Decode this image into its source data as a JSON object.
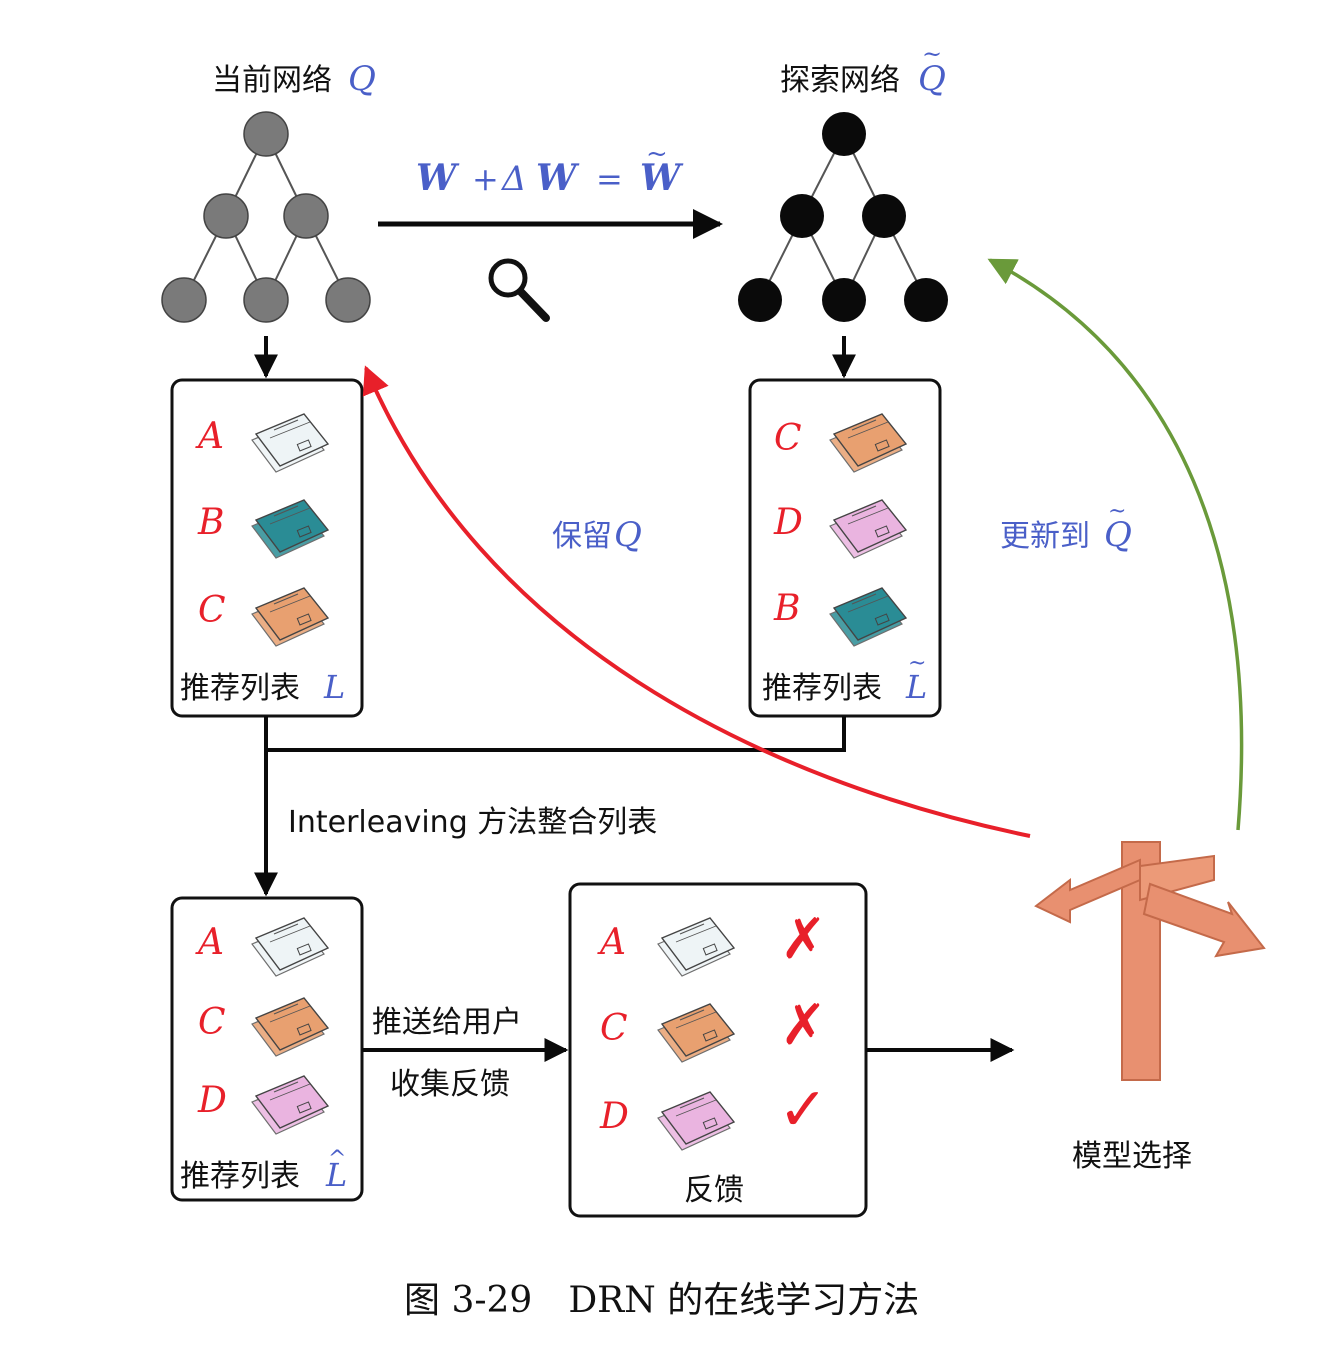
{
  "network_current": {
    "label": "当前网络",
    "symbol": "Q"
  },
  "network_explore": {
    "label": "探索网络",
    "symbol": "Q",
    "accent": "~"
  },
  "formula": {
    "w": "W",
    "plus": "+",
    "delta": "Δ",
    "w2": "W",
    "eq": "=",
    "w3": "W",
    "accent": "~"
  },
  "list_L": {
    "label": "推荐列表",
    "symbol": "L",
    "items": [
      "A",
      "B",
      "C"
    ]
  },
  "list_L_tilde": {
    "label": "推荐列表",
    "symbol": "L",
    "accent": "~",
    "items": [
      "C",
      "D",
      "B"
    ]
  },
  "keep_label": {
    "text": "保留",
    "symbol": "Q"
  },
  "update_label": {
    "text": "更新到",
    "symbol": "Q",
    "accent": "~"
  },
  "interleave_label": "Interleaving 方法整合列表",
  "list_L_hat": {
    "label": "推荐列表",
    "symbol": "L",
    "accent": "^",
    "items": [
      "A",
      "C",
      "D"
    ]
  },
  "push_label_1": "推送给用户",
  "push_label_2": "收集反馈",
  "feedback": {
    "label": "反馈",
    "items": [
      "A",
      "C",
      "D"
    ],
    "marks": [
      "✗",
      "✗",
      "✓"
    ]
  },
  "model_select_label": "模型选择",
  "caption": "图 3-29　DRN 的在线学习方法",
  "colors": {
    "gray_node": "#7a7a7a",
    "black_node": "#0a0a0a",
    "red": "#e8202a",
    "green": "#6a9a3a",
    "blue": "#4a5fc8",
    "news_A": "#eef4f6",
    "news_B": "#2a8c95",
    "news_C": "#e8a070",
    "news_D": "#eab4e0",
    "sign": "#e89070"
  }
}
